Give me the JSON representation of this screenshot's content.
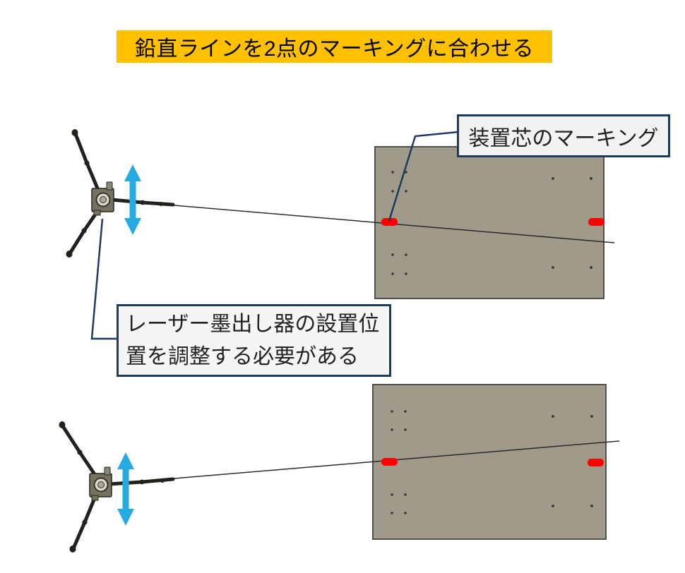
{
  "title": {
    "text": "鉛直ラインを2点のマーキングに合わせる"
  },
  "callouts": {
    "device_core": {
      "text": "装置芯のマーキング"
    },
    "adjust": {
      "lines": [
        "レーザー墨出し器の設置位",
        "置を調整する必要がある"
      ]
    }
  },
  "colors": {
    "highlight_yellow": "#FFC000",
    "callout_border_navy": "#1F3A5F",
    "callout_fill": "#F2F2F2",
    "marker_red": "#FF0000",
    "arrow_blue": "#27A9E1",
    "panel_fill": "#A09A8B",
    "panel_border": "#50504A",
    "laser_line": "#2B2B2B",
    "tripod_dark": "#22221D"
  },
  "diagrams": {
    "top": {
      "description": "laser line tilted downward, passes through left marking and below right marking",
      "marking_count": 2
    },
    "bottom": {
      "description": "laser line tilted upward, passes through left marking and above right marking",
      "marking_count": 2
    }
  }
}
